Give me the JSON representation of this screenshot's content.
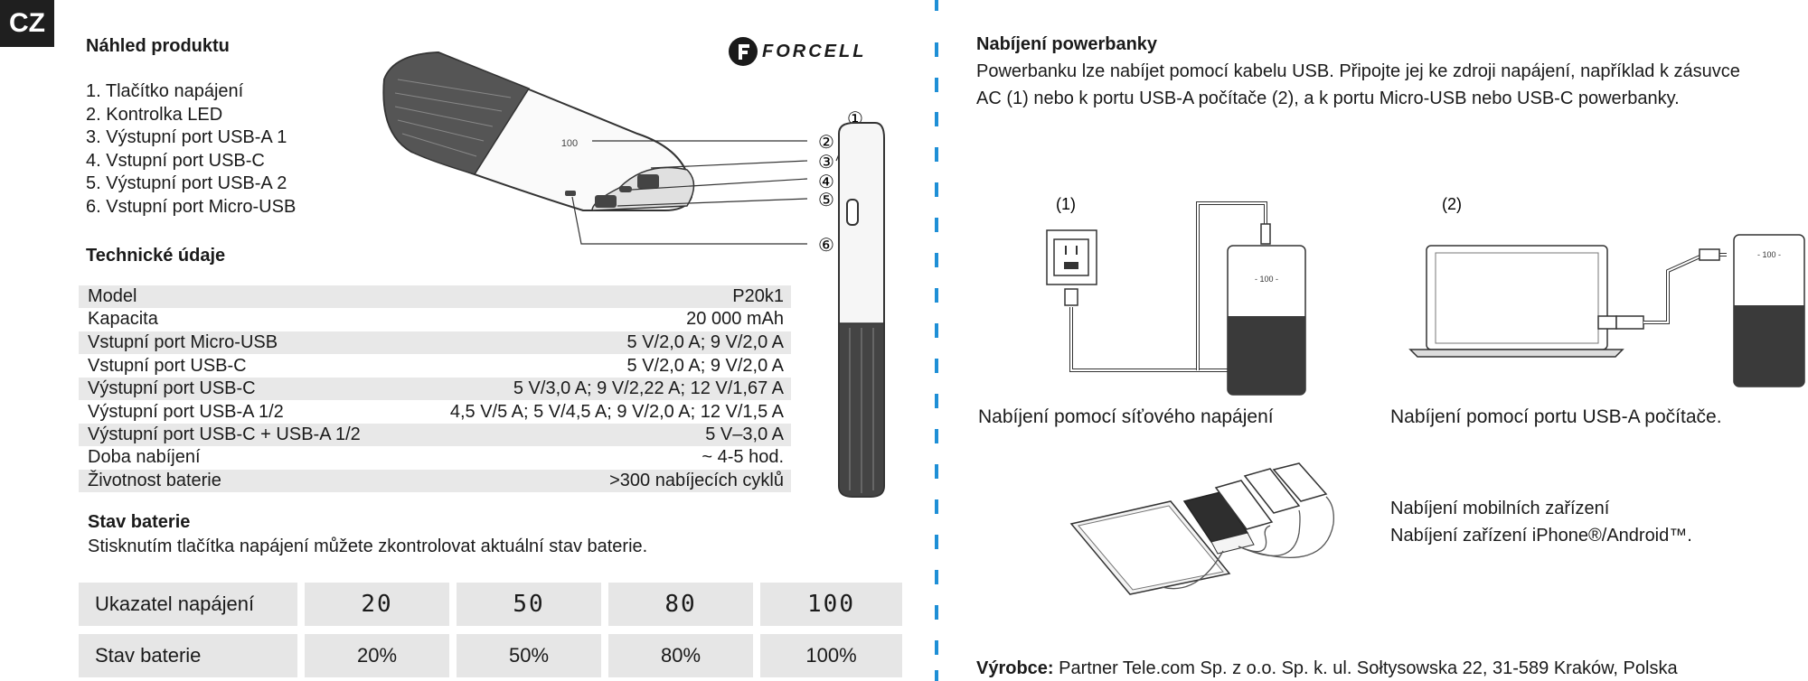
{
  "lang_tag": "CZ",
  "logo": {
    "brand": "FORCELL"
  },
  "preview": {
    "title": "Náhled produktu",
    "items": [
      "1. Tlačítko napájení",
      "2. Kontrolka LED",
      "3. Výstupní port USB-A 1",
      "4. Vstupní port USB-C",
      "5. Výstupní port USB-A 2",
      "6. Vstupní port Micro-USB"
    ],
    "callouts": [
      "①",
      "②",
      "③",
      "④",
      "⑤",
      "⑥"
    ],
    "led_label": "100"
  },
  "specs": {
    "title": "Technické údaje",
    "rows": [
      {
        "label": "Model",
        "value": "P20k1"
      },
      {
        "label": "Kapacita",
        "value": "20 000 mAh"
      },
      {
        "label": "Vstupní port Micro-USB",
        "value": "5 V/2,0 A; 9 V/2,0 A"
      },
      {
        "label": "Vstupní port USB-C",
        "value": "5 V/2,0 A; 9 V/2,0 A"
      },
      {
        "label": "Výstupní port USB-C",
        "value": "5 V/3,0 A; 9 V/2,22 A; 12 V/1,67 A"
      },
      {
        "label": "Výstupní port USB-A  1/2",
        "value": "4,5 V/5 A; 5 V/4,5 A; 9 V/2,0 A; 12 V/1,5 A"
      },
      {
        "label": "Výstupní port USB-C + USB-A 1/2",
        "value": "5 V–3,0 A"
      },
      {
        "label": "Doba nabíjení",
        "value": "~ 4-5 hod."
      },
      {
        "label": "Životnost baterie",
        "value": ">300 nabíjecích cyklů"
      }
    ]
  },
  "battery": {
    "title": "Stav baterie",
    "desc": "Stisknutím tlačítka napájení můžete zkontrolovat aktuální stav baterie.",
    "indicator_label": "Ukazatel napájení",
    "state_label": "Stav baterie",
    "indicators": [
      "20",
      "50",
      "80",
      "100"
    ],
    "states": [
      "20%",
      "50%",
      "80%",
      "100%"
    ]
  },
  "charging": {
    "title": "Nabíjení powerbanky",
    "desc_line1": "Powerbanku lze nabíjet pomocí kabelu USB. Připojte jej ke zdroji napájení, například k zásuvce",
    "desc_line2": "AC (1) nebo k portu USB-A počítače (2), a k portu Micro-USB nebo USB-C powerbanky.",
    "fig1_label": "(1)",
    "fig2_label": "(2)",
    "fig1_caption": "Nabíjení pomocí síťového napájení",
    "fig2_caption": "Nabíjení pomocí portu USB-A počítače.",
    "device_line1": "Nabíjení mobilních zařízení",
    "device_line2": "Nabíjení zařízení iPhone®/Android™."
  },
  "manufacturer": {
    "label": "Výrobce:",
    "text": " Partner Tele.com Sp. z o.o. Sp. k. ul. Sołtysowska 22, 31-589 Kraków, Polska"
  },
  "colors": {
    "accent_divider": "#1e8fd6",
    "table_shade": "#e6e6e6",
    "tag_bg": "#1f1f1f"
  }
}
